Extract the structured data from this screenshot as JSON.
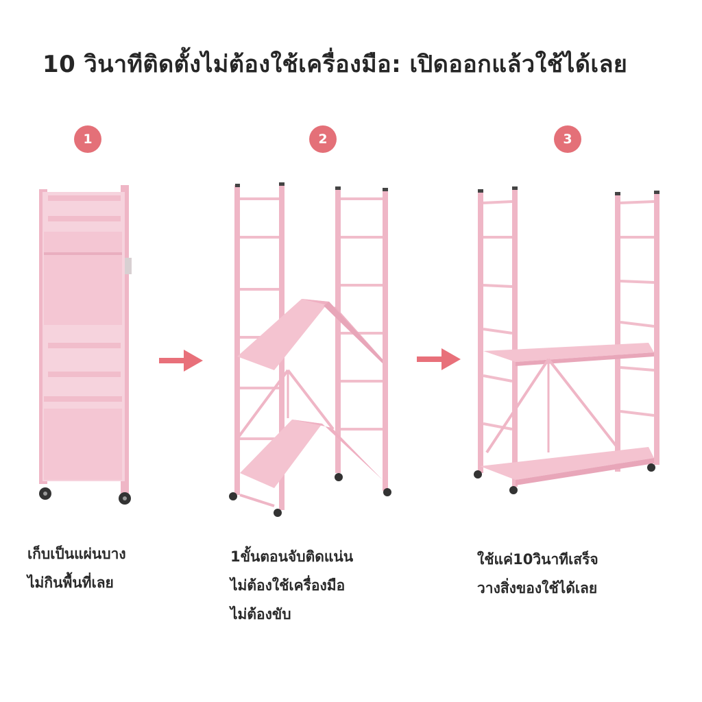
{
  "title": "10 วินาทีติดตั้งไม่ต้องใช้เครื่องมือ:  เปิดออกแล้วใช้ได้เลย",
  "colors": {
    "badge": "#e47078",
    "arrow": "#e8707a",
    "rack_light": "#f5cdd8",
    "rack_mid": "#efb6c6",
    "rack_dark": "#e4a0b3",
    "wheel": "#333333"
  },
  "steps": [
    {
      "number": "1",
      "caption_lines": [
        "เก็บเป็นแผ่นบาง",
        "ไม่กินพื้นที่เลย"
      ]
    },
    {
      "number": "2",
      "caption_lines": [
        "1ขั้นตอนจับติดแน่น",
        "ไม่ต้องใช้เครื่องมือ",
        "ไม่ต้องขับ"
      ]
    },
    {
      "number": "3",
      "caption_lines": [
        "ใช้แค่10วินาทีเสร็จ",
        "วางสิ่งของใช้ได้เลย"
      ]
    }
  ],
  "icons": [
    "arrow-right-icon",
    "arrow-right-icon"
  ]
}
